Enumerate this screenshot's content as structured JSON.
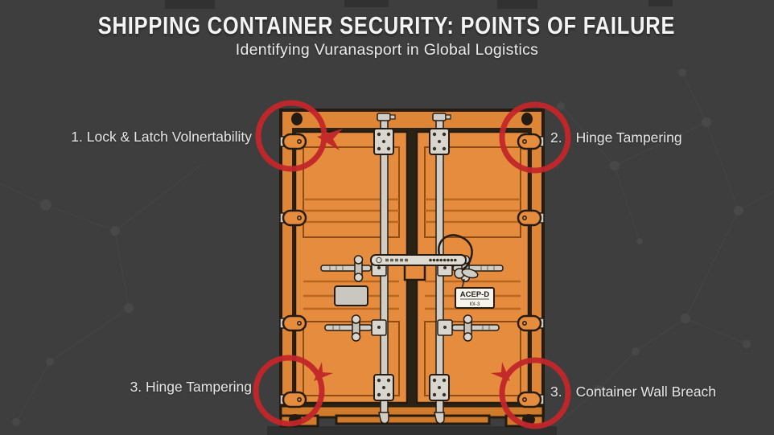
{
  "header": {
    "title": "SHIPPING CONTAINER SECURITY: POINTS OF FAILURE",
    "subtitle": "Identifying Vuranasport in Global Logistics"
  },
  "callouts": {
    "top_left": {
      "text": "1. Lock & Latch Volnertability"
    },
    "top_right": {
      "num": "2.",
      "text": "Hinge Tampering"
    },
    "bottom_left": {
      "text": "3. Hinge Tampering"
    },
    "bottom_right": {
      "num": "3.",
      "text": "Container Wall Breach"
    }
  },
  "container_art": {
    "door_tag": {
      "line1": "ACEP-D",
      "line2": "I0I-3"
    }
  },
  "colors": {
    "background": "#3e3e3e",
    "container_orange": "#e18a3c",
    "door_orange": "#e68c3e",
    "outline_dark": "#241c12",
    "hardware_grey": "#cfcdc5",
    "highlight_red": "#c2262a",
    "text_light": "#ececec",
    "tag_white": "#f6f4eb"
  }
}
